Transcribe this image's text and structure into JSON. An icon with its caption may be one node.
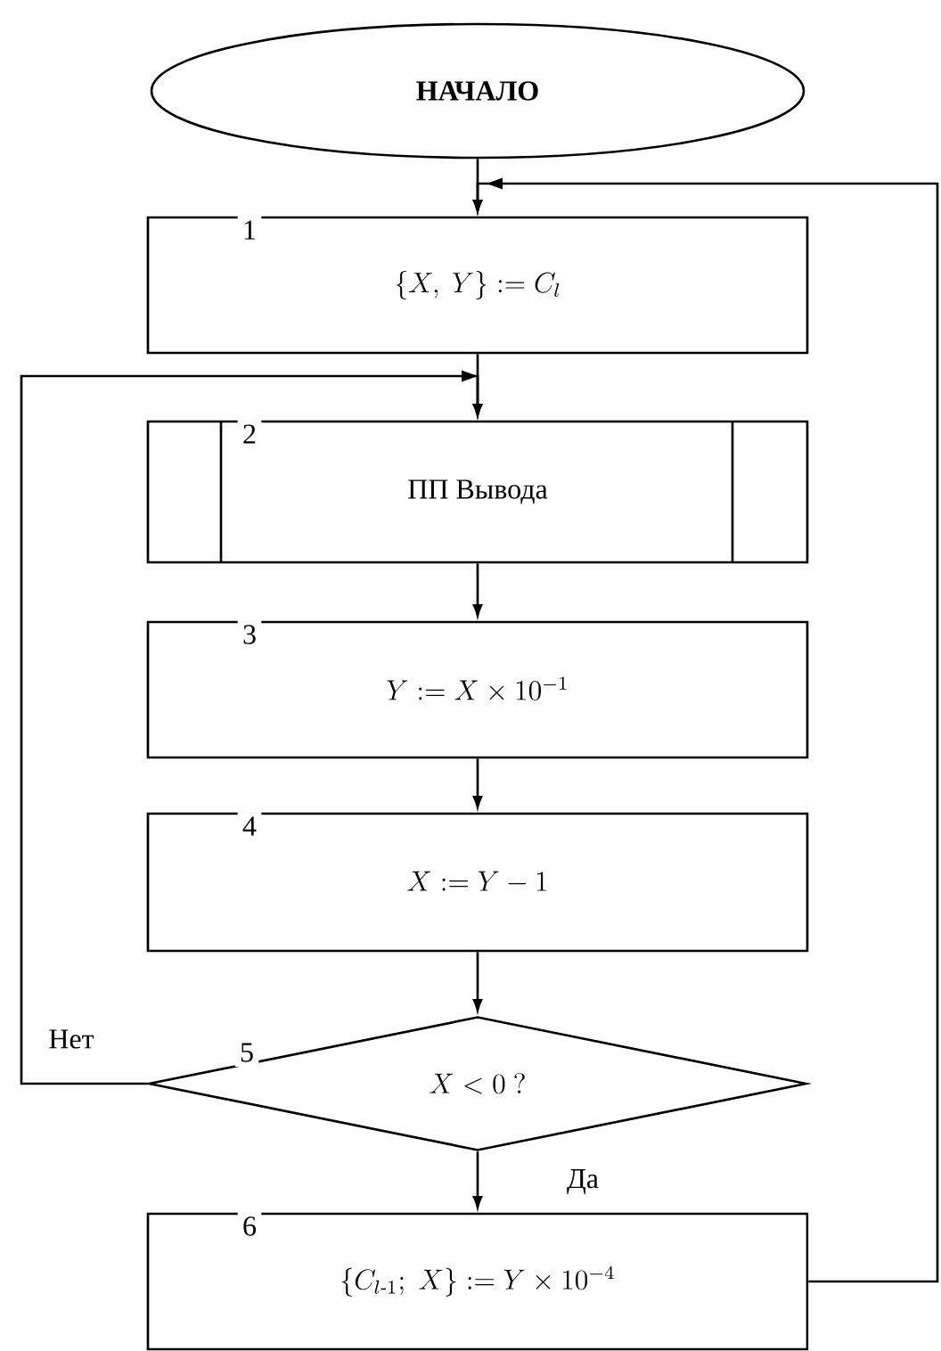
{
  "diagram": {
    "nodes": [
      {
        "text": [
          "НАЧАЛО"
        ]
      },
      {
        "text": [
          "1",
          "\\{X,\\ Y\\} :=C_l"
        ]
      },
      {
        "text": [
          "2",
          "ПП Вывода"
        ]
      },
      {
        "text": [
          "3",
          "Y := X \\times 10^{-1}"
        ]
      },
      {
        "text": [
          "4",
          "X := Y - 1"
        ]
      },
      {
        "text": [
          "5",
          "X < 0\\ ?"
        ]
      },
      {
        "text": [
          "6",
          "\\{C_{l\\text{-}1};\\; X\\} := Y \\times 10^{-4}"
        ]
      }
    ],
    "edges": [
      {
        "from": 0,
        "to": 1,
        "arrow": "to"
      },
      {
        "from": 1,
        "to": 2,
        "arrow": "to"
      },
      {
        "from": 2,
        "to": 3,
        "arrow": "to"
      },
      {
        "from": 3,
        "to": 4,
        "arrow": "to"
      },
      {
        "from": 4,
        "to": 5,
        "arrow": "to"
      },
      {
        "from": 5,
        "to": 6,
        "arrow": "to",
        "label": "Да"
      },
      {
        "from": 5,
        "to": 2,
        "arrow": "to",
        "label": "Нет"
      },
      {
        "from": 6,
        "to": 1,
        "arrow": "to"
      }
    ]
  }
}
